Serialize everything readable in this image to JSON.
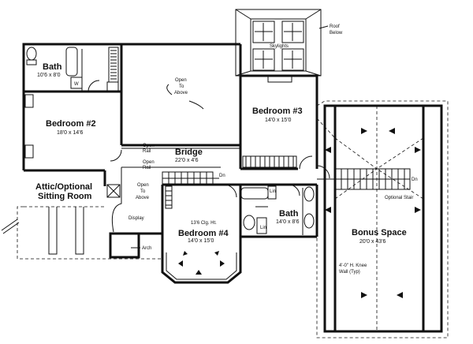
{
  "rooms": {
    "bath_left": {
      "name": "Bath",
      "dim": "10'6 x 8'0"
    },
    "bedroom2": {
      "name": "Bedroom #2",
      "dim": "18'0 x 14'6"
    },
    "attic": {
      "name_line1": "Attic/Optional",
      "name_line2": "Sitting Room"
    },
    "bridge": {
      "name": "Bridge",
      "dim": "22'0 x 4'6"
    },
    "bedroom3": {
      "name": "Bedroom #3",
      "dim": "14'0 x 15'0"
    },
    "bedroom4": {
      "name": "Bedroom #4",
      "dim": "14'0 x 15'0",
      "ceiling": "13'6 Clg. Ht."
    },
    "bath_right": {
      "name": "Bath",
      "dim": "14'0 x 8'6"
    },
    "bonus": {
      "name": "Bonus Space",
      "dim": "20'0 x 43'6"
    }
  },
  "notes": {
    "roof_below_1": "Roof",
    "roof_below_2": "Below",
    "skylights": "Skylights",
    "open_above_top_1": "Open",
    "open_above_top_2": "To",
    "open_above_top_3": "Above",
    "open_above_left_1": "Open",
    "open_above_left_2": "To",
    "open_above_left_3": "Above",
    "open_rail_1a": "Open",
    "open_rail_1b": "Rail",
    "open_rail_2a": "Open",
    "open_rail_2b": "Rail",
    "display": "Display",
    "arch": "Arch",
    "optional_stair": "Optional Stair",
    "knee_wall_1": "4'-0\" H. Knee",
    "knee_wall_2": "Wall (Typ)",
    "dn_left": "Dn",
    "dn_right": "Dn",
    "lin_1": "Lin",
    "lin_2": "Lin",
    "w_mark": "W"
  }
}
